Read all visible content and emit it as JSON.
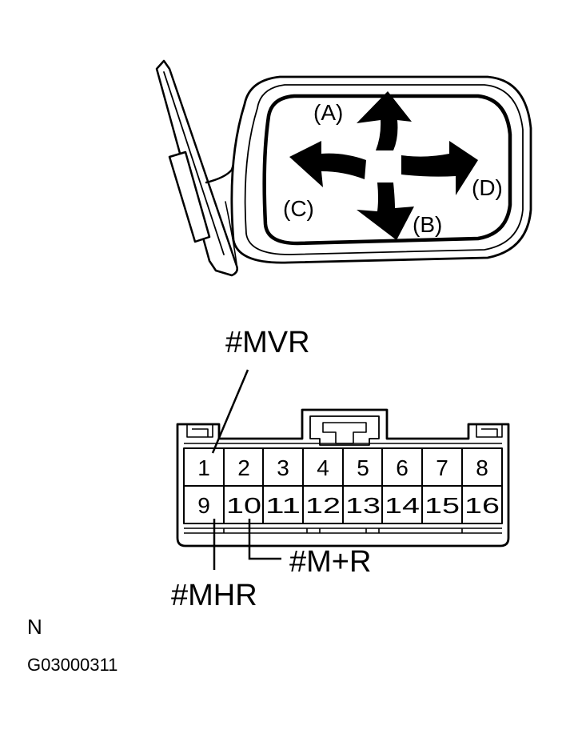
{
  "directions": {
    "a": "(A)",
    "b": "(B)",
    "c": "(C)",
    "d": "(D)"
  },
  "terminals": {
    "row1": [
      "1",
      "2",
      "3",
      "4",
      "5",
      "6",
      "7",
      "8"
    ],
    "row2": [
      "9",
      "10",
      "11",
      "12",
      "13",
      "14",
      "15",
      "16"
    ]
  },
  "callouts": {
    "mvr": "#MVR",
    "mplusr": "#M+R",
    "mhr": "#MHR"
  },
  "orientation_note": "N",
  "figure_id": "G03000311",
  "colors": {
    "ink": "#000000",
    "paper": "#ffffff"
  }
}
